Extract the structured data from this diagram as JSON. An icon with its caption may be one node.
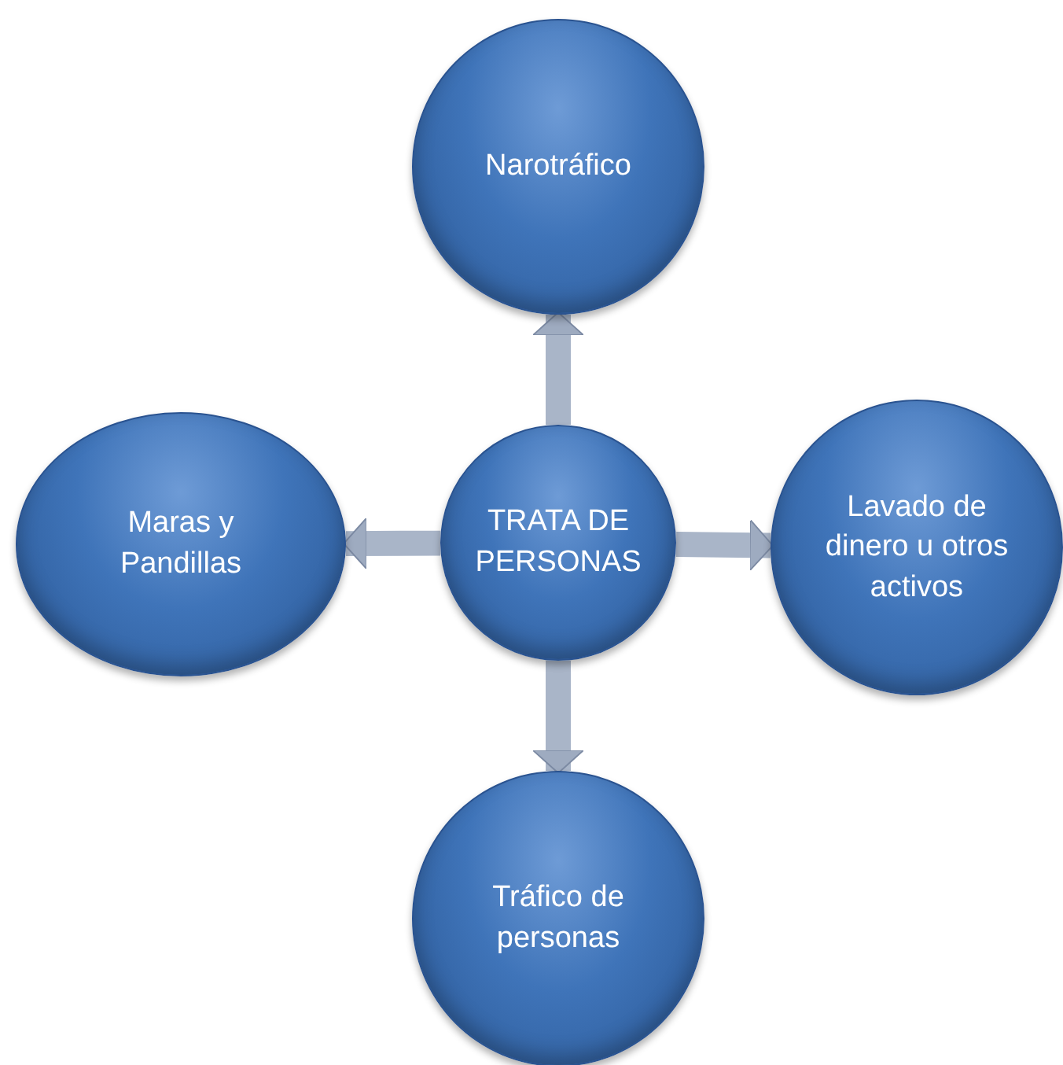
{
  "diagram": {
    "nodes": [
      {
        "text": [
          "Narotráfico"
        ]
      },
      {
        "text": [
          "Maras y Pandillas"
        ]
      },
      {
        "text": [
          "TRATA DE PERSONAS"
        ]
      },
      {
        "text": [
          "Lavado de dinero u otros activos"
        ]
      },
      {
        "text": [
          "Tráfico de personas"
        ]
      }
    ],
    "edges": [
      {
        "from": 2,
        "to": 0,
        "arrow": "to"
      },
      {
        "from": 2,
        "to": 1,
        "arrow": "to"
      },
      {
        "from": 2,
        "to": 3,
        "arrow": "to"
      },
      {
        "from": 2,
        "to": 4,
        "arrow": "to"
      }
    ]
  }
}
